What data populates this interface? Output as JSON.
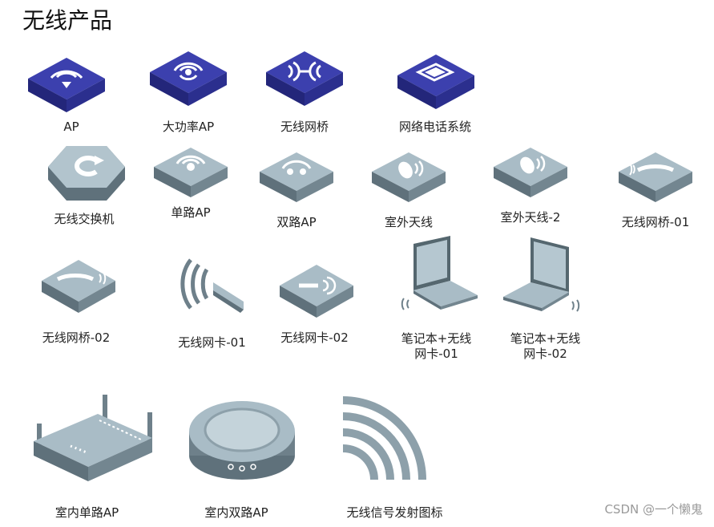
{
  "title": "无线产品",
  "items": [
    {
      "label": "AP"
    },
    {
      "label": "大功率AP"
    },
    {
      "label": "无线网桥"
    },
    {
      "label": "网络电话系统"
    },
    {
      "label": "无线交换机"
    },
    {
      "label": "单路AP"
    },
    {
      "label": "双路AP"
    },
    {
      "label": "室外天线"
    },
    {
      "label": "室外天线-2"
    },
    {
      "label": "无线网桥-01"
    },
    {
      "label": "无线网桥-02"
    },
    {
      "label": "无线网卡-01"
    },
    {
      "label": "无线网卡-02"
    },
    {
      "label": "笔记本+无线\n网卡-01"
    },
    {
      "label": "笔记本+无线\n网卡-02"
    },
    {
      "label": "室内单路AP"
    },
    {
      "label": "室内双路AP"
    },
    {
      "label": "无线信号发射图标"
    }
  ],
  "watermark": "CSDN @一个懒鬼",
  "colors": {
    "blue_top": "#3a3ea8",
    "blue_side": "#23267a",
    "gray_top": "#a9bcc6",
    "gray_side": "#5f717b"
  }
}
